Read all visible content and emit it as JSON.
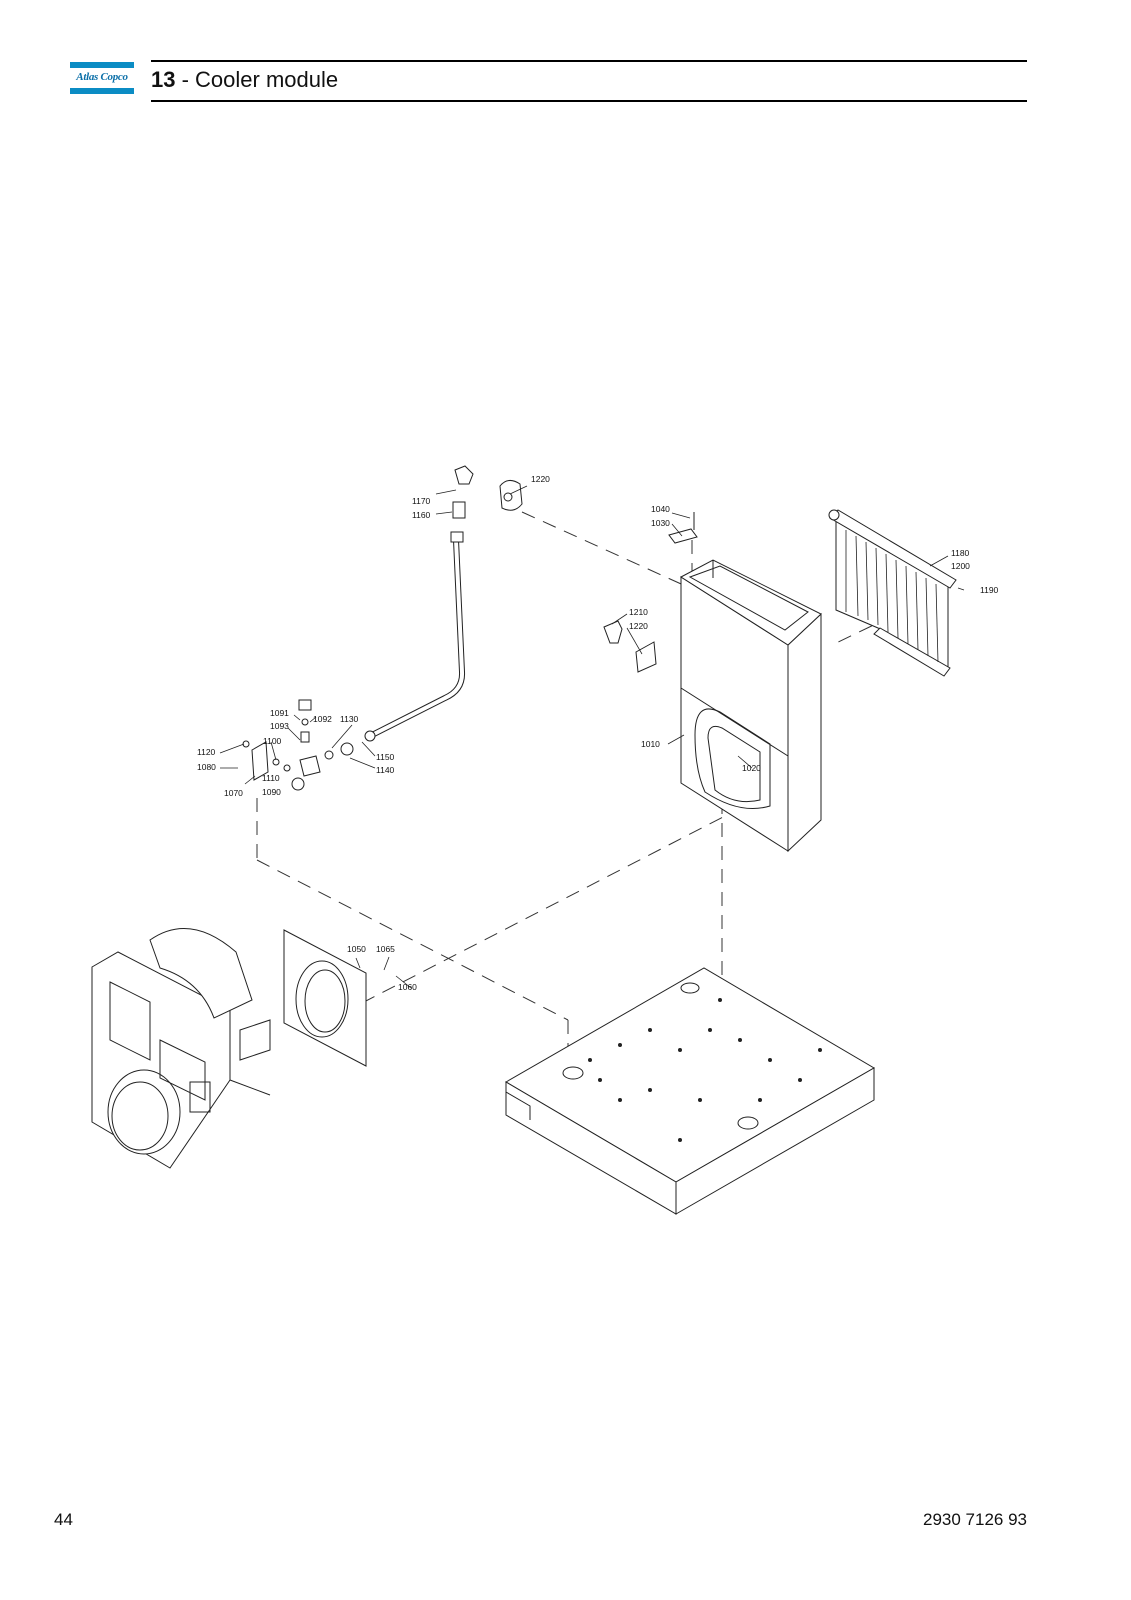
{
  "header": {
    "logo_text": "Atlas Copco",
    "section_number": "13",
    "section_separator": " - ",
    "section_title": "Cooler module"
  },
  "diagram": {
    "callouts": [
      {
        "id": "c1220a",
        "text": "1220"
      },
      {
        "id": "c1170",
        "text": "1170"
      },
      {
        "id": "c1160",
        "text": "1160"
      },
      {
        "id": "c1040",
        "text": "1040"
      },
      {
        "id": "c1030",
        "text": "1030"
      },
      {
        "id": "c1180",
        "text": "1180"
      },
      {
        "id": "c1200",
        "text": "1200"
      },
      {
        "id": "c1190",
        "text": "1190"
      },
      {
        "id": "c1210",
        "text": "1210"
      },
      {
        "id": "c1220b",
        "text": "1220"
      },
      {
        "id": "c1091",
        "text": "1091"
      },
      {
        "id": "c1092",
        "text": "1092"
      },
      {
        "id": "c1130",
        "text": "1130"
      },
      {
        "id": "c1093",
        "text": "1093"
      },
      {
        "id": "c1100",
        "text": "1100"
      },
      {
        "id": "c1120",
        "text": "1120"
      },
      {
        "id": "c1080",
        "text": "1080"
      },
      {
        "id": "c1110",
        "text": "1110"
      },
      {
        "id": "c1090",
        "text": "1090"
      },
      {
        "id": "c1070",
        "text": "1070"
      },
      {
        "id": "c1150",
        "text": "1150"
      },
      {
        "id": "c1140",
        "text": "1140"
      },
      {
        "id": "c1010",
        "text": "1010"
      },
      {
        "id": "c1020",
        "text": "1020"
      },
      {
        "id": "c1050",
        "text": "1050"
      },
      {
        "id": "c1065",
        "text": "1065"
      },
      {
        "id": "c1060",
        "text": "1060"
      }
    ]
  },
  "footer": {
    "page_number": "44",
    "document_number": "2930 7126 93"
  }
}
